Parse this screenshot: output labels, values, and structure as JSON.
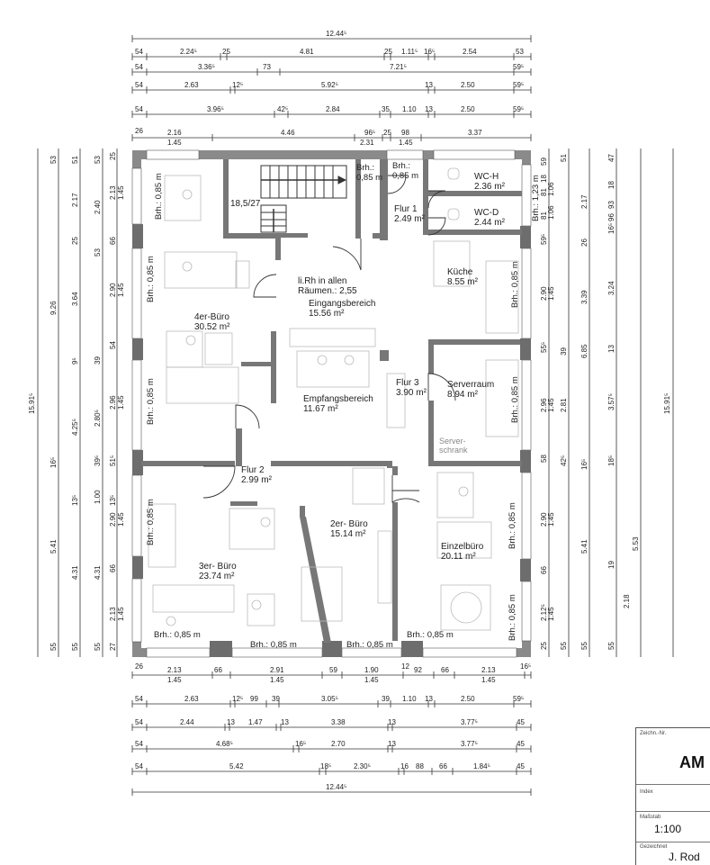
{
  "rooms": {
    "buero4": {
      "name": "4er-Büro",
      "area": "30.52 m²"
    },
    "eingang": {
      "name": "Eingangsbereich",
      "area": "15.56 m²"
    },
    "empfang": {
      "name": "Empfangsbereich",
      "area": "11.67 m²"
    },
    "flur1": {
      "name": "Flur 1",
      "area": "2.49 m²"
    },
    "flur2": {
      "name": "Flur 2",
      "area": "2.99 m²"
    },
    "flur3": {
      "name": "Flur 3",
      "area": "3.90 m²"
    },
    "wch": {
      "name": "WC-H",
      "area": "2.36 m²"
    },
    "wcd": {
      "name": "WC-D",
      "area": "2.44 m²"
    },
    "kueche": {
      "name": "Küche",
      "area": "8.55 m²"
    },
    "server": {
      "name": "Serverraum",
      "area": "8.94 m²"
    },
    "buero3": {
      "name": "3er- Büro",
      "area": "23.74 m²"
    },
    "buero2": {
      "name": "2er- Büro",
      "area": "15.14 m²"
    },
    "einzel": {
      "name": "Einzelbüro",
      "area": "20.11 m²"
    }
  },
  "notes": {
    "raumhoehe_1": "li.Rh in allen",
    "raumhoehe_2": "Räumen.: 2,55",
    "treppe": "18,5/27",
    "serverschrank_1": "Server-",
    "serverschrank_2": "schrank",
    "brh_stair_1": "Brh.:",
    "brh_stair_2": "0,85 m",
    "brh_flur1_1": "Brh.:",
    "brh_flur1_2": "0,85 m",
    "brh_wc": "Brh.: 1,23 m",
    "brh_085": "Brh.: 0,85 m",
    "brh_085_alt": "Brh.:0,85 m",
    "brh_085_bottom": "Brh.: 0,85 m"
  },
  "dimensions": {
    "top_rows": [
      [
        "54",
        "2.24⁵",
        "25",
        "4.81",
        "25",
        "1.11⁵",
        "16⁵",
        "2.54",
        "53"
      ],
      [
        "54",
        "3.36⁵",
        "73",
        "7.21⁵",
        "59⁵"
      ],
      [
        "54",
        "2.63",
        "12⁵",
        "5.92⁵",
        "13",
        "2.50",
        "59⁵"
      ],
      [
        "54",
        "3.96⁵",
        "42⁵",
        "2.84",
        "35",
        "1.10",
        "13",
        "2.50",
        "59⁵"
      ]
    ],
    "top_overall": "12.44⁵",
    "top_openings": [
      "26",
      "2.16",
      "1.45",
      "4.46",
      "96⁵",
      "2.31",
      "25",
      "98",
      "1.45",
      "3.37"
    ],
    "bottom_openings": [
      "26",
      "2.13",
      "1.45",
      "66",
      "2.91",
      "1.45",
      "59",
      "1.90",
      "1.45",
      "12",
      "92",
      "66",
      "2.13",
      "1.45",
      "16⁵"
    ],
    "bottom_rows": [
      [
        "54",
        "2.63",
        "12⁵",
        "99",
        "39",
        "3.05⁵",
        "39",
        "1.10",
        "13",
        "2.50",
        "59⁵"
      ],
      [
        "54",
        "2.44",
        "13",
        "1.47",
        "13",
        "3.38",
        "13",
        "3.77⁵",
        "45"
      ],
      [
        "54",
        "4.68⁵",
        "16⁵",
        "2.70",
        "13",
        "3.77⁵",
        "45"
      ],
      [
        "54",
        "5.42",
        "18⁵",
        "2.30⁵",
        "16",
        "88",
        "66",
        "1.84⁵",
        "45"
      ]
    ],
    "bottom_overall": "12.44⁵",
    "left_overall": "15.91⁵",
    "right_overall": "15.91⁵",
    "left_labels": [
      "53",
      "51",
      "53",
      "25",
      "2.17",
      "2.40",
      "2.13",
      "1.45",
      "9.26",
      "3.64",
      "25",
      "66",
      "53",
      "2.90",
      "1.45",
      "9⁵",
      "39",
      "54",
      "4.25⁵",
      "2.80⁵",
      "2.96",
      "1.45",
      "16⁵",
      "39⁵",
      "51⁵",
      "13⁵",
      "1.00",
      "13⁵",
      "2.90",
      "1.45",
      "5.41",
      "4.31",
      "4.31",
      "66",
      "2.13",
      "1.45",
      "55",
      "55",
      "55",
      "27"
    ],
    "right_labels": [
      "59",
      "51",
      "47",
      "18",
      "81",
      "1.06",
      "2.17",
      "18",
      "93",
      "81",
      "1.06",
      "16⁵",
      "96",
      "59⁵",
      "26",
      "2.90",
      "1.45",
      "3.39",
      "3.24",
      "55⁵",
      "39",
      "13",
      "6.85",
      "2.96",
      "1.45",
      "2.81",
      "3.57⁵",
      "58",
      "42⁵",
      "16⁵",
      "18⁵",
      "2.90",
      "1.45",
      "5.41",
      "5.53",
      "66",
      "19",
      "2.12⁵",
      "1.45",
      "2.18",
      "25",
      "55",
      "55",
      "55"
    ]
  },
  "title_block": {
    "zeichn_label": "Zeichn.-Nr.",
    "zeichn_value": "AM",
    "index_label": "Index",
    "massstab_label": "Maßstab",
    "massstab_value": "1:100",
    "gezeichnet_label": "Gezeichnet",
    "gezeichnet_value": "J. Rod"
  }
}
